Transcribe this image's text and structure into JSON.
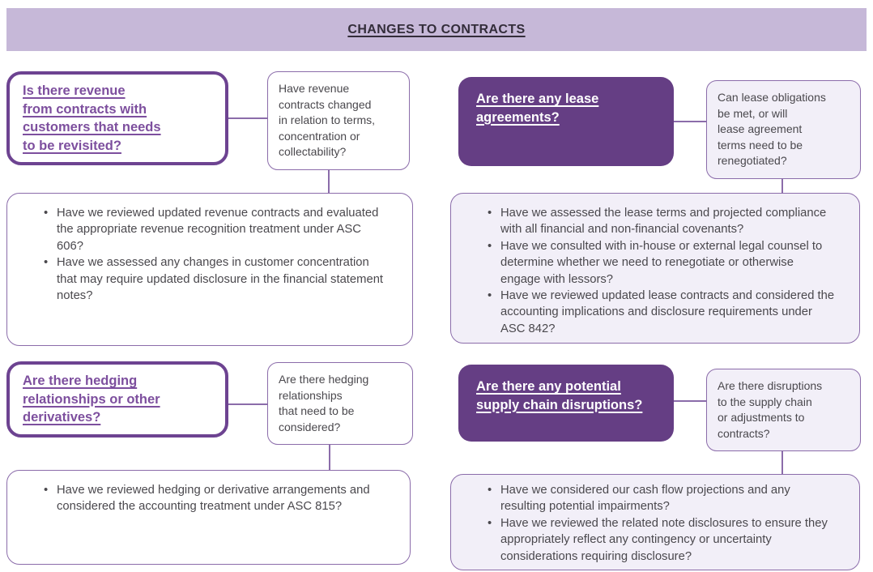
{
  "banner": {
    "title": "CHANGES TO CONTRACTS"
  },
  "colors": {
    "banner_bg": "#c6b8d8",
    "solid_box_bg": "#653e84",
    "thick_outline": "#6d4391",
    "thin_outline": "#8b6caa",
    "light_box_bg": "#f2eff8",
    "heading_text_purple": "#7d4f9e",
    "heading_text_white": "#ffffff",
    "body_text": "#4a484d",
    "title_text": "#332d3a"
  },
  "groups": {
    "revenue": {
      "main": "Is there revenue\nfrom contracts with\ncustomers that needs\nto be revisited?",
      "prompt": "Have revenue\ncontracts changed\nin relation to terms,\nconcentration or\ncollectability?",
      "bullets": [
        "Have we reviewed updated revenue contracts and evaluated the appropriate revenue recognition treatment under ASC 606?",
        "Have we assessed any changes in customer concentration that may require updated disclosure in the financial statement notes?"
      ]
    },
    "leases": {
      "main": "Are there any lease\nagreements?",
      "prompt": "Can lease obligations\nbe met, or will\nlease agreement\nterms need to be\nrenegotiated?",
      "bullets": [
        "Have we assessed the lease terms and projected compliance with all financial and non-financial covenants?",
        "Have we consulted with in-house or external legal counsel to determine whether we need to renegotiate or otherwise engage with lessors?",
        "Have we reviewed updated lease contracts and considered the accounting implications and disclosure requirements under ASC 842?"
      ]
    },
    "hedging": {
      "main": "Are there hedging\nrelationships or other\nderivatives?",
      "prompt": "Are there hedging\nrelationships\nthat need to be\nconsidered?",
      "bullets": [
        "Have we reviewed hedging or derivative arrangements and considered the accounting treatment under ASC 815?"
      ]
    },
    "supply_chain": {
      "main": "Are there any potential\nsupply chain disruptions?",
      "prompt": "Are there disruptions\nto the supply chain\nor adjustments to\ncontracts?",
      "bullets": [
        "Have we considered our cash flow projections and any resulting potential impairments?",
        "Have we reviewed the related note disclosures to ensure they appropriately reflect any contingency or uncertainty considerations requiring disclosure?"
      ]
    }
  }
}
